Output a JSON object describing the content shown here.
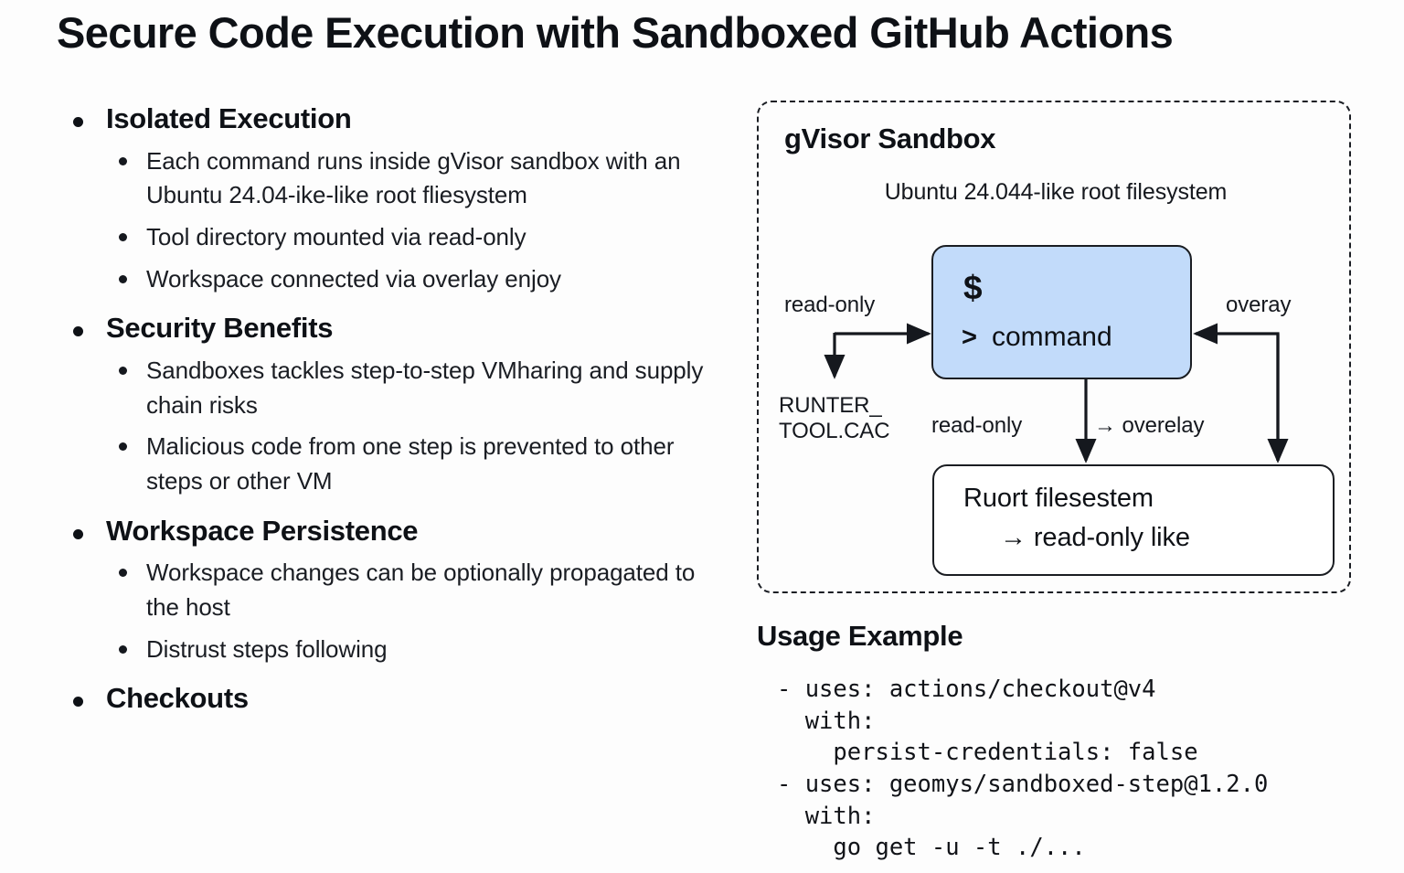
{
  "slide": {
    "title": "Secure Code Execution with Sandboxed GitHub Actions",
    "background": "#FDFDFD",
    "accent_blue": "#C2DBFA",
    "text_color": "#0E1116"
  },
  "left_column": {
    "sections": [
      {
        "heading": "Isolated Execution",
        "items": [
          "Each command runs inside gVisor sandbox with an Ubuntu 24.04-ike-like root fliesystem",
          "Tool directory mounted via read-only",
          "Workspace connected via overlay enjoy"
        ]
      },
      {
        "heading": "Security Benefits",
        "items": [
          "Sandboxes tackles step-to-step VMharing and supply chain risks",
          "Malicious code from one step is prevented to other steps or other VM"
        ]
      },
      {
        "heading": "Workspace Persistence",
        "items": [
          "Workspace changes can be optionally propagated to the host",
          "Distrust steps following"
        ]
      },
      {
        "heading": "Checkouts",
        "items": []
      }
    ]
  },
  "diagram": {
    "container_title": "gVisor Sandbox",
    "container_subtitle": "Ubuntu 24.044-like root filesystem",
    "command_node": {
      "prompt_symbol": "$",
      "caret": ">",
      "command_label": "command"
    },
    "filesystem_node": {
      "line1": "Ruort filesestem",
      "line2": "→ read-only like"
    },
    "edge_labels": {
      "read_only_left": "read-only",
      "runner_tool": "RUNTER_\nTOOL.CAC",
      "overlay_right": "overay",
      "read_only_mid": "read-only",
      "overlay_mid": "→ overelay"
    }
  },
  "usage_example": {
    "heading": "Usage Example",
    "code": "- uses: actions/checkout@v4\n  with:\n    persist-credentials: false\n- uses: geomys/sandboxed-step@1.2.0\n  with:\n    go get -u -t ./..."
  }
}
